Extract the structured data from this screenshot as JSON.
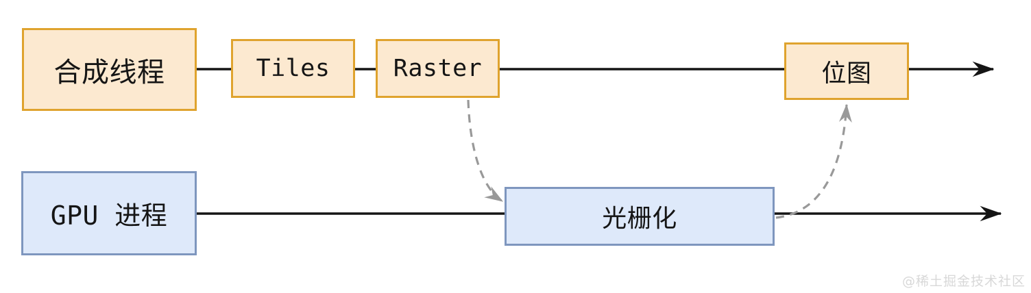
{
  "diagram": {
    "description": "Two-lane rendering pipeline flow diagram"
  },
  "nodes": [
    {
      "id": "compositor-thread",
      "label": "合成线程",
      "row": "top",
      "color": "orange"
    },
    {
      "id": "tiles",
      "label": "Tiles",
      "row": "top",
      "color": "orange"
    },
    {
      "id": "raster",
      "label": "Raster",
      "row": "top",
      "color": "orange"
    },
    {
      "id": "bitmap",
      "label": "位图",
      "row": "top",
      "color": "orange"
    },
    {
      "id": "gpu-process",
      "label": "GPU 进程",
      "row": "bottom",
      "color": "blue"
    },
    {
      "id": "rasterization",
      "label": "光栅化",
      "row": "bottom",
      "color": "blue"
    }
  ],
  "edges": [
    {
      "from": "compositor-thread",
      "to": "tiles",
      "style": "solid"
    },
    {
      "from": "tiles",
      "to": "raster",
      "style": "solid"
    },
    {
      "from": "raster",
      "to": "bitmap",
      "style": "solid"
    },
    {
      "from": "bitmap",
      "to": "offscreen-right",
      "style": "solid-arrow"
    },
    {
      "from": "gpu-process",
      "to": "rasterization",
      "style": "solid"
    },
    {
      "from": "rasterization",
      "to": "offscreen-right",
      "style": "solid-arrow"
    },
    {
      "from": "raster",
      "to": "rasterization",
      "style": "dashed-arrow"
    },
    {
      "from": "rasterization",
      "to": "bitmap",
      "style": "dashed-arrow"
    }
  ],
  "colors": {
    "orange_fill": "#FCE9D0",
    "orange_border": "#DFA32E",
    "blue_fill": "#DEE9FA",
    "blue_border": "#7E96BE",
    "line_color": "#151515",
    "dashed_color": "#999999",
    "watermark_color": "#D8D8D8"
  },
  "watermark": {
    "text": "@稀土掘金技术社区"
  }
}
